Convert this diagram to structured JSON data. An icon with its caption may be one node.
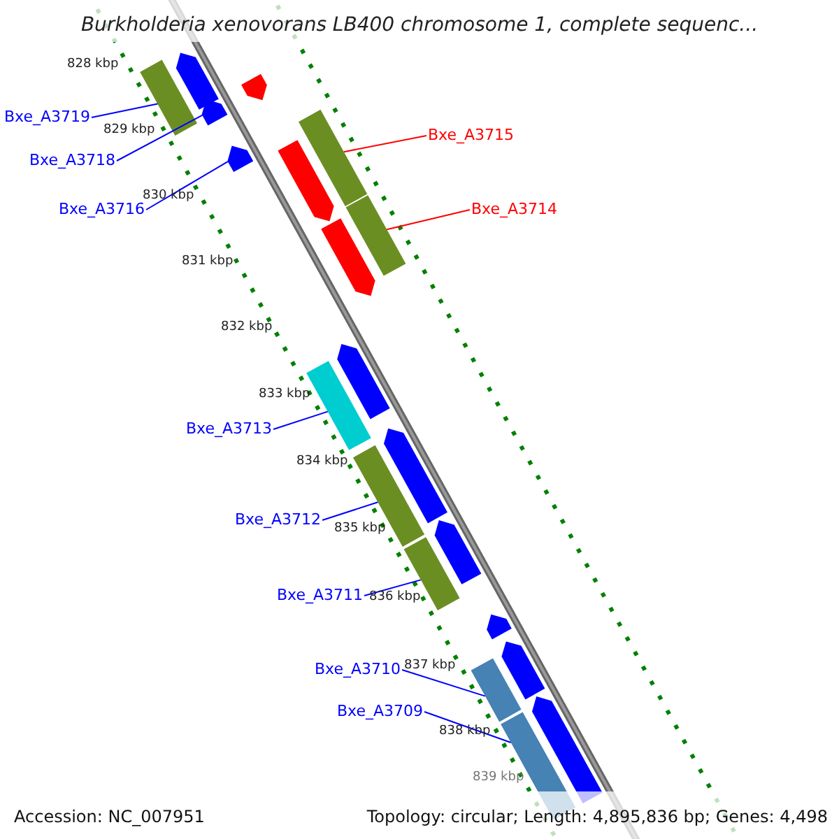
{
  "diagram": {
    "title": "Burkholderia xenovorans LB400 chromosome 1, complete sequenc...",
    "nodes": [
      {
        "text": [
          "Bxe_A3719"
        ]
      },
      {
        "text": [
          "Bxe_A3715"
        ]
      },
      {
        "text": [
          "Bxe_A3718"
        ]
      },
      {
        "text": [
          "Bxe_A3716"
        ]
      },
      {
        "text": [
          "Bxe_A3714"
        ]
      },
      {
        "text": [
          "Bxe_A3713"
        ]
      },
      {
        "text": [
          "Bxe_A3712"
        ]
      },
      {
        "text": [
          "Bxe_A3711"
        ]
      },
      {
        "text": [
          "Bxe_A3710"
        ]
      },
      {
        "text": [
          "Bxe_A3709"
        ]
      },
      {
        "text": [],
        "shape": "bar"
      },
      {
        "text": [],
        "shape": "bar"
      },
      {
        "text": [],
        "shape": "bar"
      },
      {
        "text": [],
        "shape": "bar"
      },
      {
        "text": [],
        "shape": "bar"
      },
      {
        "text": [],
        "shape": "bar"
      },
      {
        "text": [],
        "shape": "bar"
      },
      {
        "text": [],
        "shape": "bar"
      },
      {
        "text": [],
        "shape": "bar"
      },
      {
        "text": [],
        "shape": "bar"
      },
      {
        "text": [],
        "shape": "bar"
      },
      {
        "text": [],
        "shape": "bar"
      },
      {
        "text": [],
        "shape": "bar"
      },
      {
        "text": [],
        "shape": "bar"
      },
      {
        "text": [],
        "shape": "bar"
      },
      {
        "text": [],
        "shape": "bar"
      },
      {
        "text": [],
        "shape": "bar"
      },
      {
        "text": [],
        "shape": "bar"
      },
      {
        "text": [],
        "shape": "bar"
      },
      {
        "text": [],
        "shape": "bar"
      }
    ],
    "edges": [
      {
        "from": 0,
        "to": 10,
        "arrow": "none"
      },
      {
        "from": 1,
        "to": 11,
        "arrow": "none",
        "color": "#ff0000"
      },
      {
        "from": 2,
        "to": 12,
        "arrow": "none"
      },
      {
        "from": 3,
        "to": 13,
        "arrow": "none"
      },
      {
        "from": 4,
        "to": 14,
        "arrow": "none",
        "color": "#ff0000"
      },
      {
        "from": 5,
        "to": 15,
        "arrow": "none"
      },
      {
        "from": 6,
        "to": 16,
        "arrow": "none"
      },
      {
        "from": 7,
        "to": 17,
        "arrow": "none"
      },
      {
        "from": 8,
        "to": 18,
        "arrow": "none"
      },
      {
        "from": 9,
        "to": 19,
        "arrow": "none"
      }
    ],
    "labels": [
      "828 kbp",
      "829 kbp",
      "830 kbp",
      "831 kbp",
      "832 kbp",
      "833 kbp",
      "834 kbp",
      "835 kbp",
      "836 kbp",
      "837 kbp",
      "838 kbp",
      "839 kbp",
      "Accession: NC_007951",
      "Topology: circular; Length: 4,895,836 bp; Genes: 4,498"
    ]
  }
}
